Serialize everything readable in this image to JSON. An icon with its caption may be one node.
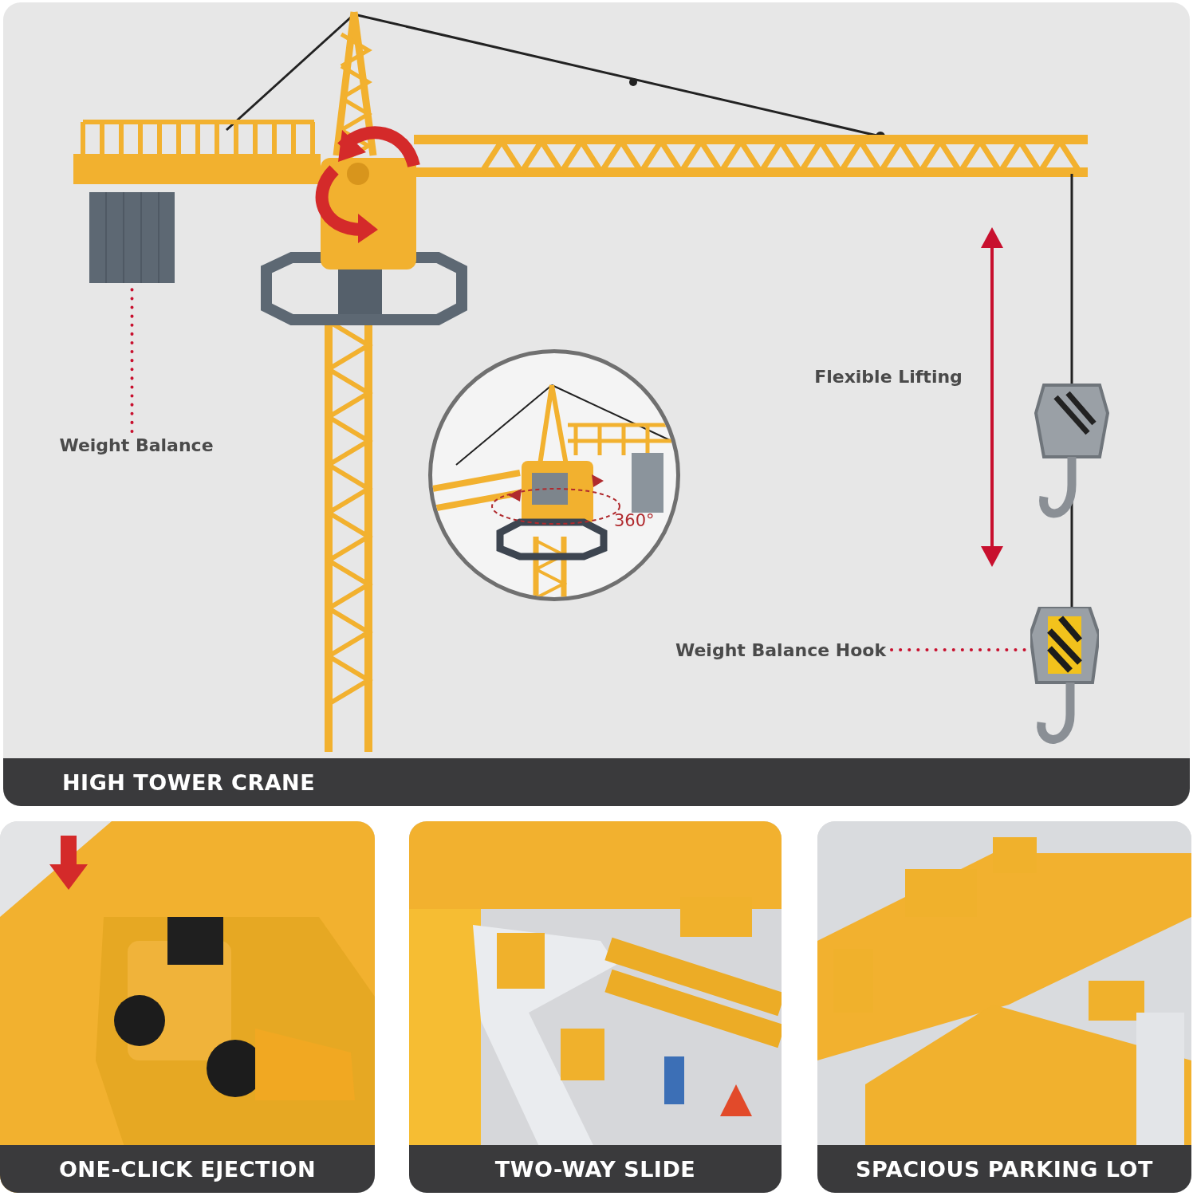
{
  "diagram": {
    "nodes": [
      {
        "text": [
          "HIGH TOWER CRANE"
        ]
      },
      {
        "text": [],
        "shape": "box",
        "in": 0
      },
      {
        "text": [
          "Weight Balance"
        ],
        "in": 0
      },
      {
        "text": [
          "360°"
        ],
        "in": 0
      },
      {
        "text": [],
        "shape": "picture",
        "in": 0
      },
      {
        "text": [
          "Weight Balance Hook"
        ],
        "in": 0
      },
      {
        "text": [
          "ONE-CLICK EJECTION"
        ]
      },
      {
        "text": [
          "TWO-WAY SLIDE"
        ]
      },
      {
        "text": [
          "SPACIOUS PARKING LOT"
        ]
      }
    ],
    "edges": [
      {
        "from": 2,
        "to": 1,
        "arrow": "none",
        "style": "dashed",
        "color": "#c8102e"
      },
      {
        "from": 5,
        "to": 4,
        "arrow": "none",
        "style": "dashed",
        "color": "#c8102e"
      }
    ],
    "labels": [
      "Flexible Lifting"
    ]
  }
}
